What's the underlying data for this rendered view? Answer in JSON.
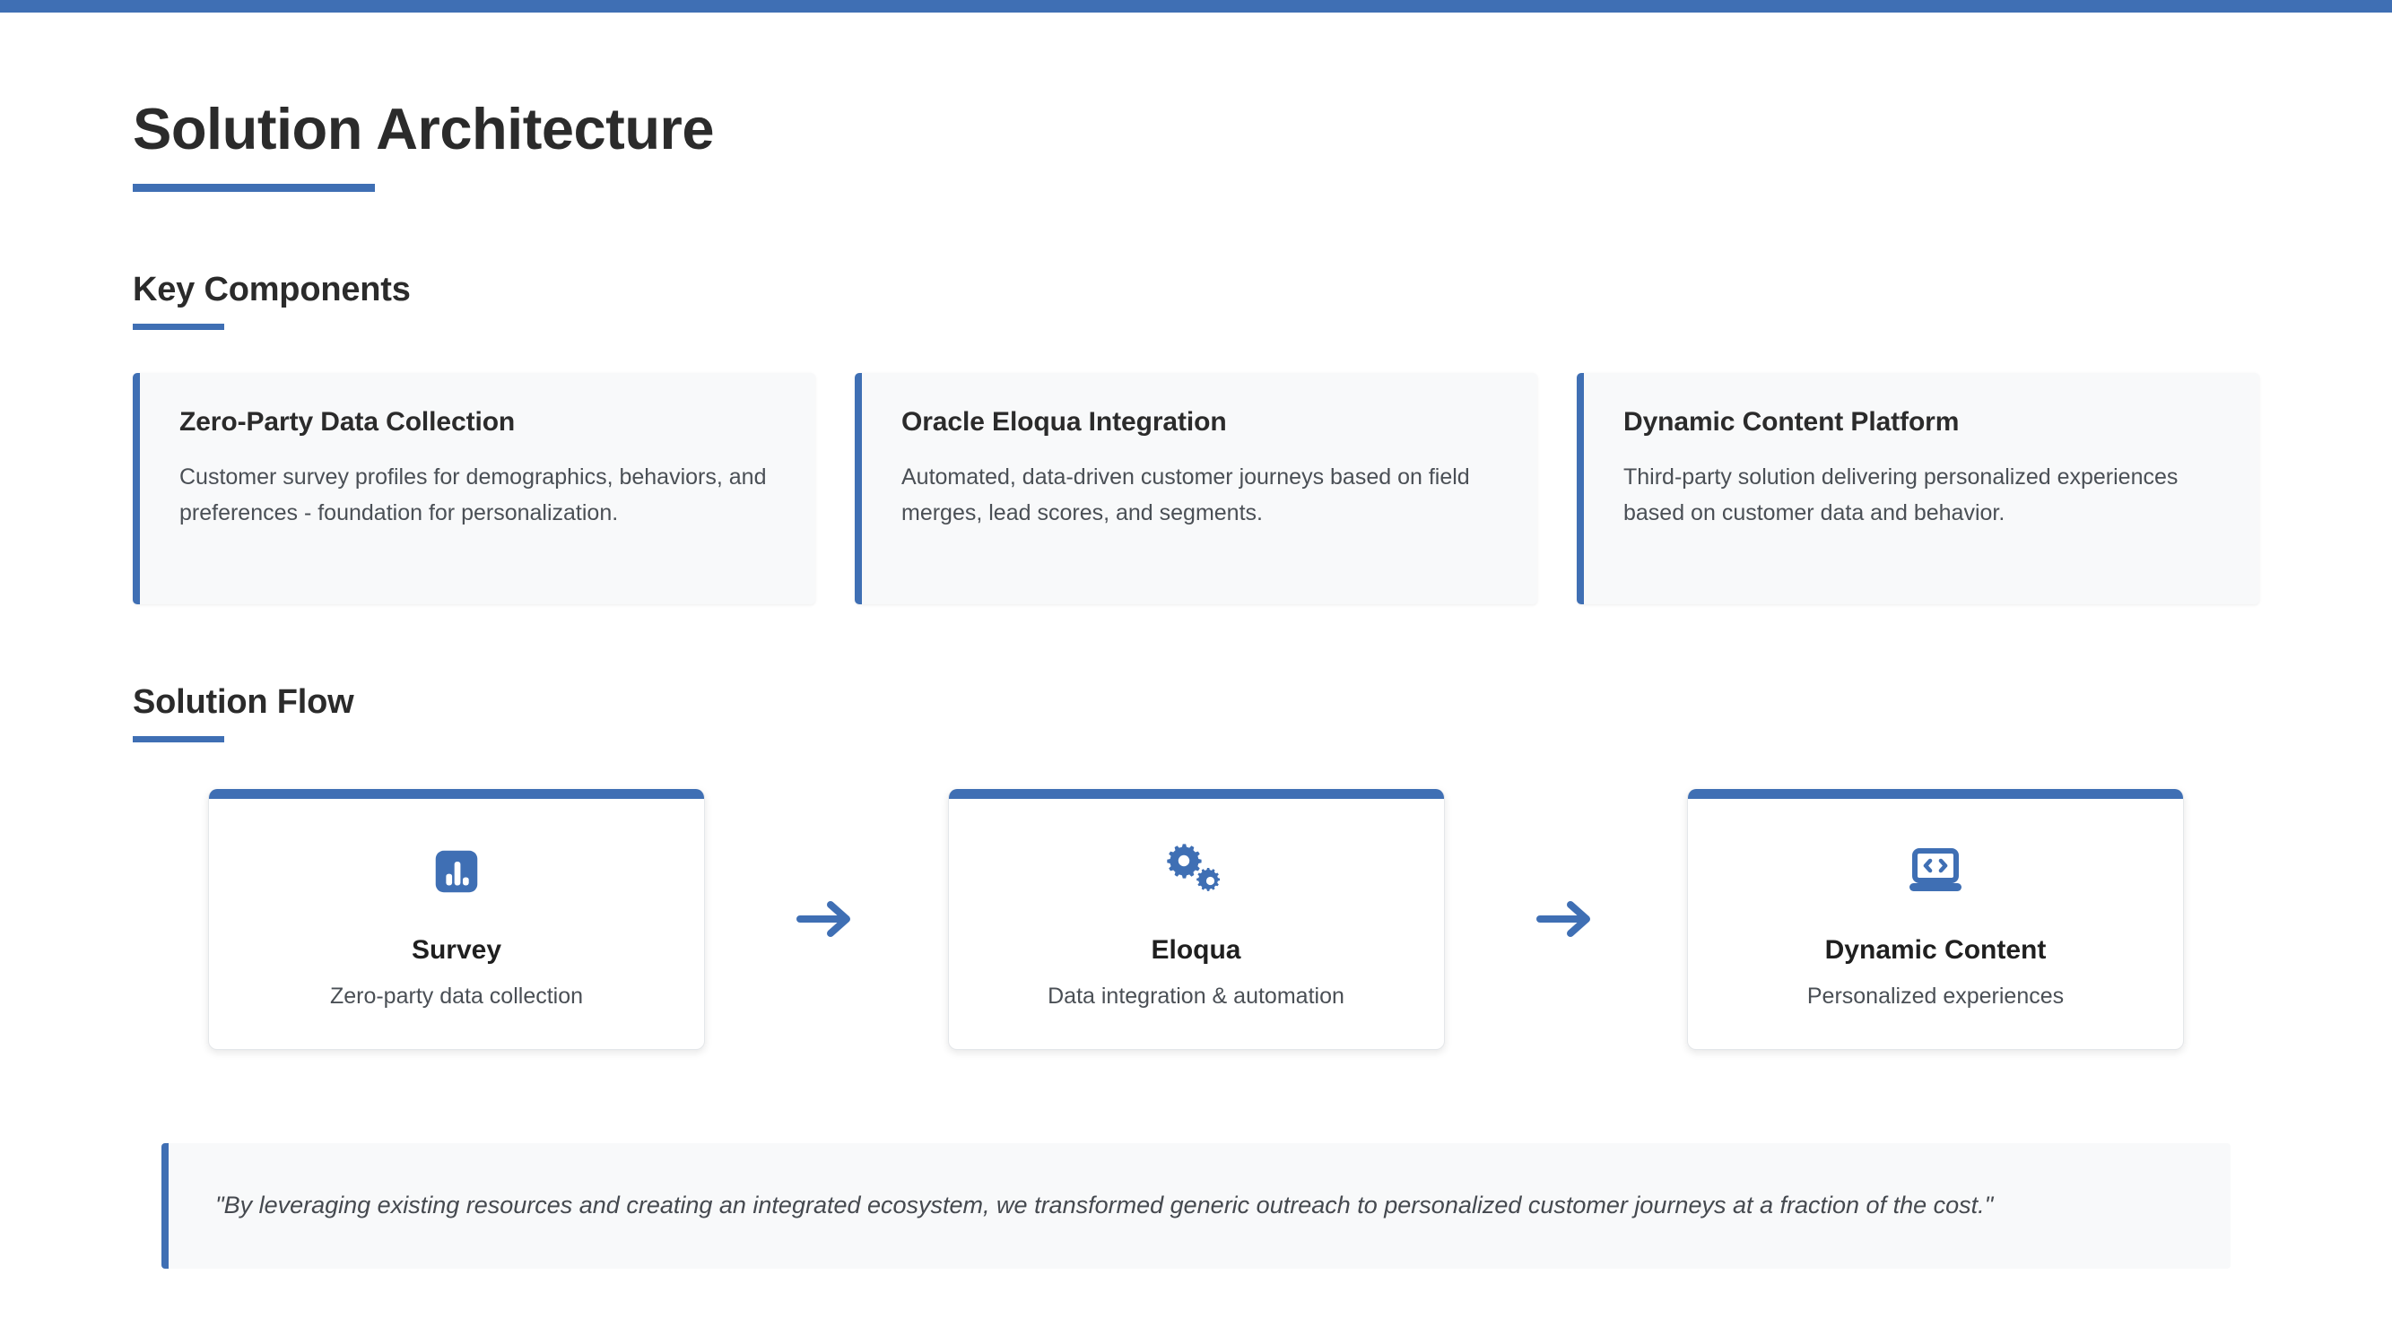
{
  "theme": {
    "accent": "#3F6FB4",
    "card_bg": "#F8F9FA",
    "page_bg": "#FFFFFF",
    "heading_color": "#2B2B2B",
    "body_color": "#4A4F55"
  },
  "header": {
    "title": "Solution Architecture"
  },
  "sections": {
    "key_components": {
      "heading": "Key Components",
      "cards": [
        {
          "title": "Zero-Party Data Collection",
          "description": "Customer survey profiles for demographics, behaviors, and preferences - foundation for personalization."
        },
        {
          "title": "Oracle Eloqua Integration",
          "description": "Automated, data-driven customer journeys based on field merges, lead scores, and segments."
        },
        {
          "title": "Dynamic Content Platform",
          "description": "Third-party solution delivering personalized experiences based on customer data and behavior."
        }
      ]
    },
    "solution_flow": {
      "heading": "Solution Flow",
      "steps": [
        {
          "icon": "bar-chart-icon",
          "title": "Survey",
          "subtitle": "Zero-party data collection"
        },
        {
          "icon": "gears-icon",
          "title": "Eloqua",
          "subtitle": "Data integration & automation"
        },
        {
          "icon": "laptop-code-icon",
          "title": "Dynamic Content",
          "subtitle": "Personalized experiences"
        }
      ],
      "connector_icon": "arrow-right-icon"
    },
    "quote": {
      "text": "\"By leveraging existing resources and creating an integrated ecosystem, we transformed generic outreach to personalized customer journeys at a fraction of the cost.\""
    }
  }
}
